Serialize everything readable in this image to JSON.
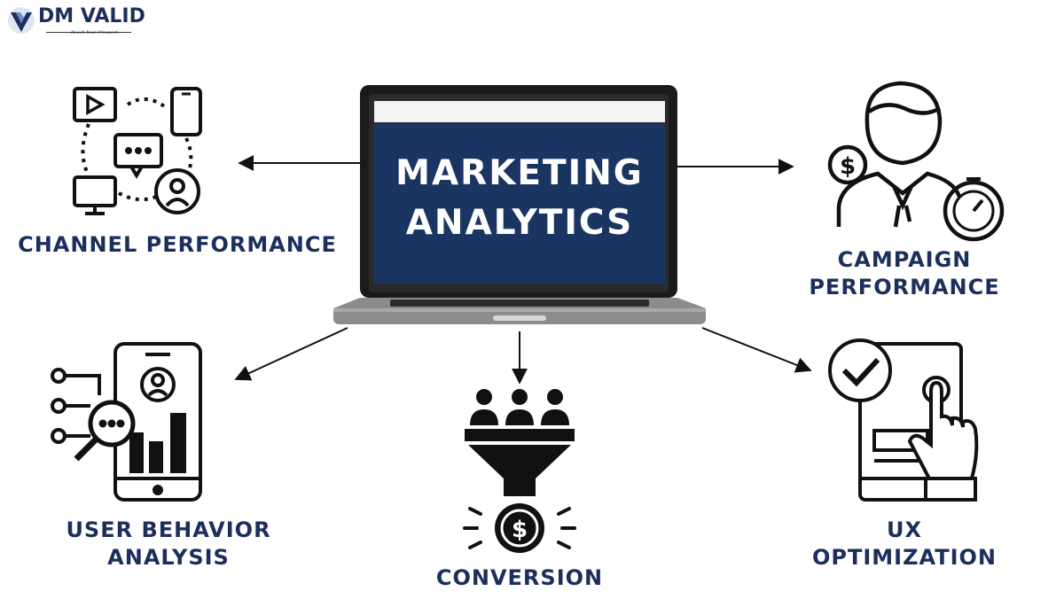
{
  "logo": {
    "text": "DM VALID",
    "tagline": "Reach Your Prospect"
  },
  "center": {
    "line1": "MARKETING",
    "line2": "ANALYTICS"
  },
  "nodes": {
    "channel_performance": "CHANNEL PERFORMANCE",
    "campaign_performance": {
      "line1": "CAMPAIGN",
      "line2": "PERFORMANCE"
    },
    "user_behavior": {
      "line1": "USER BEHAVIOR",
      "line2": "ANALYSIS"
    },
    "conversion": "CONVERSION",
    "ux_optimization": {
      "line1": "UX",
      "line2": "OPTIMIZATION"
    }
  },
  "colors": {
    "navy": "#1b2f5c",
    "screen": "#1b3563"
  }
}
